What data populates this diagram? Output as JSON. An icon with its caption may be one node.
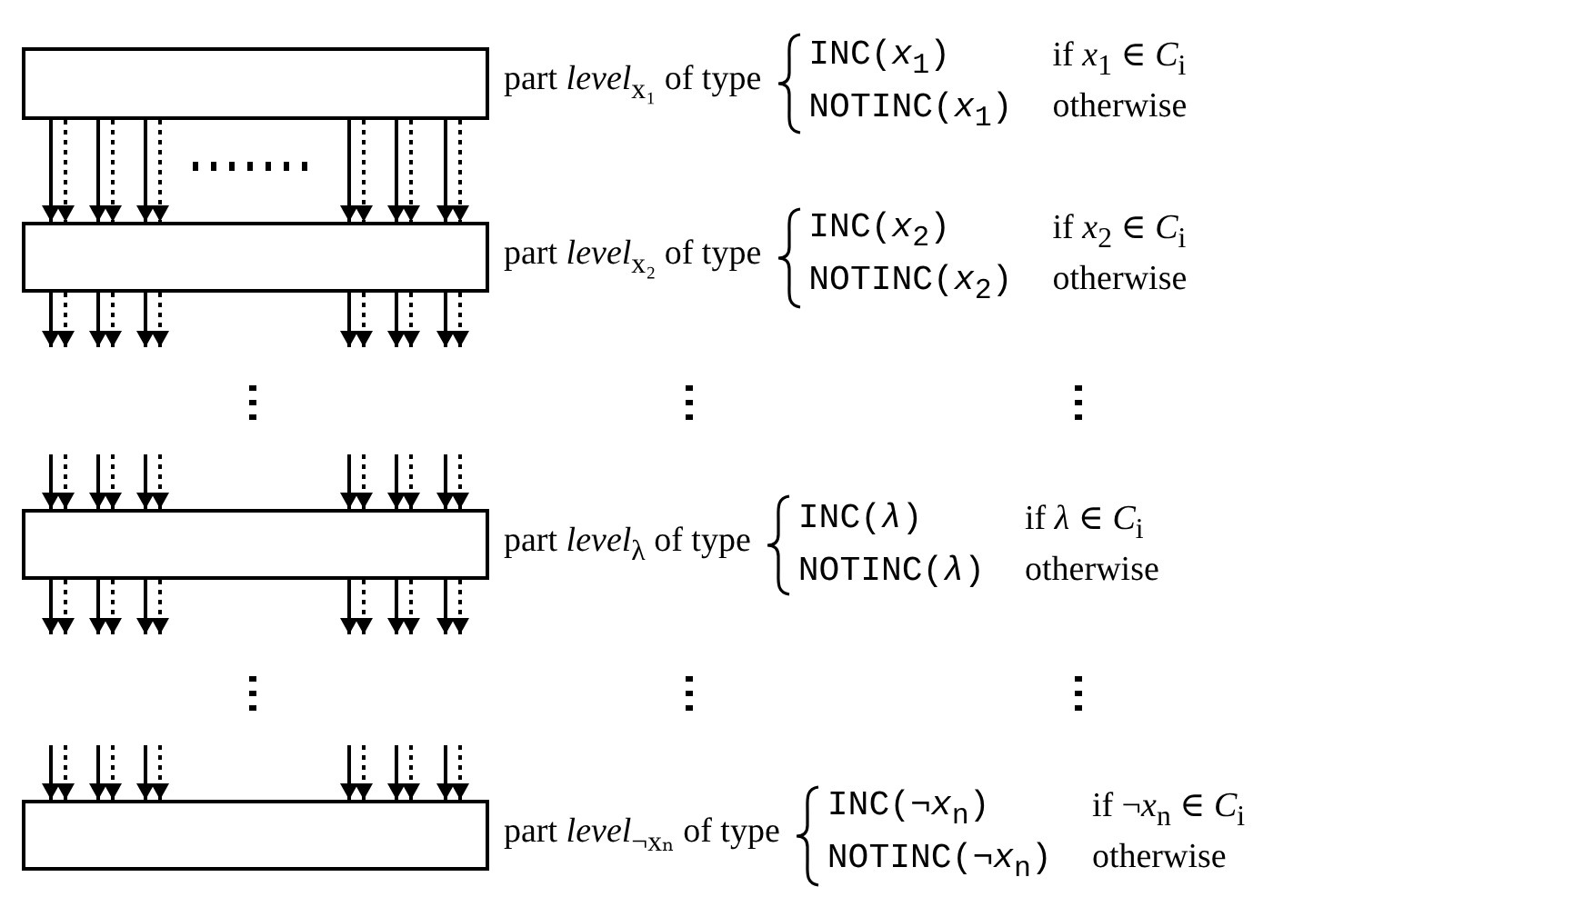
{
  "diagram": {
    "nodes": [
      {
        "text": [],
        "shape": "box",
        "beside": [
          "part *level*$_{x₁}$ of type",
          "INC(*x*$_{1}$)",
          "if *x*$_{1}$ ∈ *C*$_{i}$",
          "NOTINC(*x*$_{1}$)",
          "otherwise"
        ]
      },
      {
        "text": [],
        "shape": "box",
        "beside": [
          "part *level*$_{x₂}$ of type",
          "INC(*x*$_{2}$)",
          "if *x*$_{2}$ ∈ *C*$_{i}$",
          "NOTINC(*x*$_{2}$)",
          "otherwise"
        ]
      },
      {
        "text": [],
        "shape": "box",
        "beside": [
          "part *level*$_{λ}$ of type",
          "INC(*λ*)",
          "if *λ* ∈ *C*$_{i}$",
          "NOTINC(*λ*)",
          "otherwise"
        ]
      },
      {
        "text": [],
        "shape": "box",
        "beside": [
          "part *level*$_{¬xₙ}$ of type",
          "INC(¬*x*$_{n}$)",
          "if ¬*x*$_{n}$ ∈ *C*$_{i}$",
          "NOTINC(¬*x*$_{n}$)",
          "otherwise"
        ]
      }
    ],
    "edges": [
      {
        "from": 0,
        "to": 1,
        "arrow": "to"
      },
      {
        "from": 0,
        "to": 1,
        "arrow": "to",
        "style": "dashed"
      },
      {
        "from": 0,
        "to": 1,
        "arrow": "to"
      },
      {
        "from": 0,
        "to": 1,
        "arrow": "to",
        "style": "dashed"
      },
      {
        "from": 0,
        "to": 1,
        "arrow": "to"
      },
      {
        "from": 0,
        "to": 1,
        "arrow": "to",
        "style": "dashed"
      },
      {
        "from": 0,
        "to": 1,
        "arrow": "to"
      },
      {
        "from": 0,
        "to": 1,
        "arrow": "to",
        "style": "dashed"
      },
      {
        "from": 0,
        "to": 1,
        "arrow": "to"
      },
      {
        "from": 0,
        "to": 1,
        "arrow": "to",
        "style": "dashed"
      },
      {
        "from": 0,
        "to": 1,
        "arrow": "to"
      },
      {
        "from": 0,
        "to": 1,
        "arrow": "to",
        "style": "dashed"
      },
      {
        "from": 1,
        "to": null,
        "arrow": "to"
      },
      {
        "from": 1,
        "to": null,
        "arrow": "to",
        "style": "dashed"
      },
      {
        "from": 1,
        "to": null,
        "arrow": "to"
      },
      {
        "from": 1,
        "to": null,
        "arrow": "to",
        "style": "dashed"
      },
      {
        "from": 1,
        "to": null,
        "arrow": "to"
      },
      {
        "from": 1,
        "to": null,
        "arrow": "to",
        "style": "dashed"
      },
      {
        "from": 1,
        "to": null,
        "arrow": "to"
      },
      {
        "from": 1,
        "to": null,
        "arrow": "to",
        "style": "dashed"
      },
      {
        "from": 1,
        "to": null,
        "arrow": "to"
      },
      {
        "from": 1,
        "to": null,
        "arrow": "to",
        "style": "dashed"
      },
      {
        "from": 1,
        "to": null,
        "arrow": "to"
      },
      {
        "from": 1,
        "to": null,
        "arrow": "to",
        "style": "dashed"
      },
      {
        "from": null,
        "to": 2,
        "arrow": "to"
      },
      {
        "from": null,
        "to": 2,
        "arrow": "to",
        "style": "dashed"
      },
      {
        "from": null,
        "to": 2,
        "arrow": "to"
      },
      {
        "from": null,
        "to": 2,
        "arrow": "to",
        "style": "dashed"
      },
      {
        "from": null,
        "to": 2,
        "arrow": "to"
      },
      {
        "from": null,
        "to": 2,
        "arrow": "to",
        "style": "dashed"
      },
      {
        "from": null,
        "to": 2,
        "arrow": "to"
      },
      {
        "from": null,
        "to": 2,
        "arrow": "to",
        "style": "dashed"
      },
      {
        "from": null,
        "to": 2,
        "arrow": "to"
      },
      {
        "from": null,
        "to": 2,
        "arrow": "to",
        "style": "dashed"
      },
      {
        "from": null,
        "to": 2,
        "arrow": "to"
      },
      {
        "from": null,
        "to": 2,
        "arrow": "to",
        "style": "dashed"
      },
      {
        "from": 2,
        "to": null,
        "arrow": "to"
      },
      {
        "from": 2,
        "to": null,
        "arrow": "to",
        "style": "dashed"
      },
      {
        "from": 2,
        "to": null,
        "arrow": "to"
      },
      {
        "from": 2,
        "to": null,
        "arrow": "to",
        "style": "dashed"
      },
      {
        "from": 2,
        "to": null,
        "arrow": "to"
      },
      {
        "from": 2,
        "to": null,
        "arrow": "to",
        "style": "dashed"
      },
      {
        "from": 2,
        "to": null,
        "arrow": "to"
      },
      {
        "from": 2,
        "to": null,
        "arrow": "to",
        "style": "dashed"
      },
      {
        "from": 2,
        "to": null,
        "arrow": "to"
      },
      {
        "from": 2,
        "to": null,
        "arrow": "to",
        "style": "dashed"
      },
      {
        "from": 2,
        "to": null,
        "arrow": "to"
      },
      {
        "from": 2,
        "to": null,
        "arrow": "to",
        "style": "dashed"
      },
      {
        "from": null,
        "to": 3,
        "arrow": "to"
      },
      {
        "from": null,
        "to": 3,
        "arrow": "to",
        "style": "dashed"
      },
      {
        "from": null,
        "to": 3,
        "arrow": "to"
      },
      {
        "from": null,
        "to": 3,
        "arrow": "to",
        "style": "dashed"
      },
      {
        "from": null,
        "to": 3,
        "arrow": "to"
      },
      {
        "from": null,
        "to": 3,
        "arrow": "to",
        "style": "dashed"
      },
      {
        "from": null,
        "to": 3,
        "arrow": "to"
      },
      {
        "from": null,
        "to": 3,
        "arrow": "to",
        "style": "dashed"
      },
      {
        "from": null,
        "to": 3,
        "arrow": "to"
      },
      {
        "from": null,
        "to": 3,
        "arrow": "to",
        "style": "dashed"
      },
      {
        "from": null,
        "to": 3,
        "arrow": "to"
      },
      {
        "from": null,
        "to": 3,
        "arrow": "to",
        "style": "dashed"
      }
    ]
  }
}
